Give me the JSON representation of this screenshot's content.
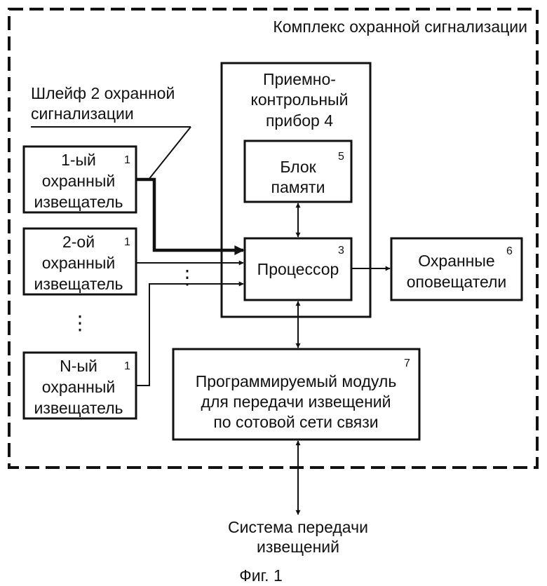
{
  "complex_label": "Комплекс охранной сигнализации",
  "loop_label": [
    "Шлейф 2 охранной",
    "сигнализации"
  ],
  "detectors": [
    {
      "lines": [
        "1-ый",
        "охранный",
        "извещатель"
      ],
      "num": "1"
    },
    {
      "lines": [
        "2-ой",
        "охранный",
        "извещатель"
      ],
      "num": "1"
    },
    {
      "lines": [
        "N-ый",
        "охранный",
        "извещатель"
      ],
      "num": "1"
    }
  ],
  "receiver": {
    "lines": [
      "Приемно-",
      "контрольный",
      "прибор 4"
    ]
  },
  "memory": {
    "lines": [
      "Блок",
      "памяти"
    ],
    "num": "5"
  },
  "processor": {
    "label": "Процессор",
    "num": "3"
  },
  "sirens": {
    "lines": [
      "Охранные",
      "оповещатели"
    ],
    "num": "6"
  },
  "module": {
    "lines": [
      "Программируемый модуль",
      "для передачи извещений",
      "по сотовой сети связи"
    ],
    "num": "7"
  },
  "transmission": {
    "lines": [
      "Система передачи",
      "извещений"
    ]
  },
  "ellipsis_v": "⋮",
  "figure_caption": "Фиг. 1"
}
